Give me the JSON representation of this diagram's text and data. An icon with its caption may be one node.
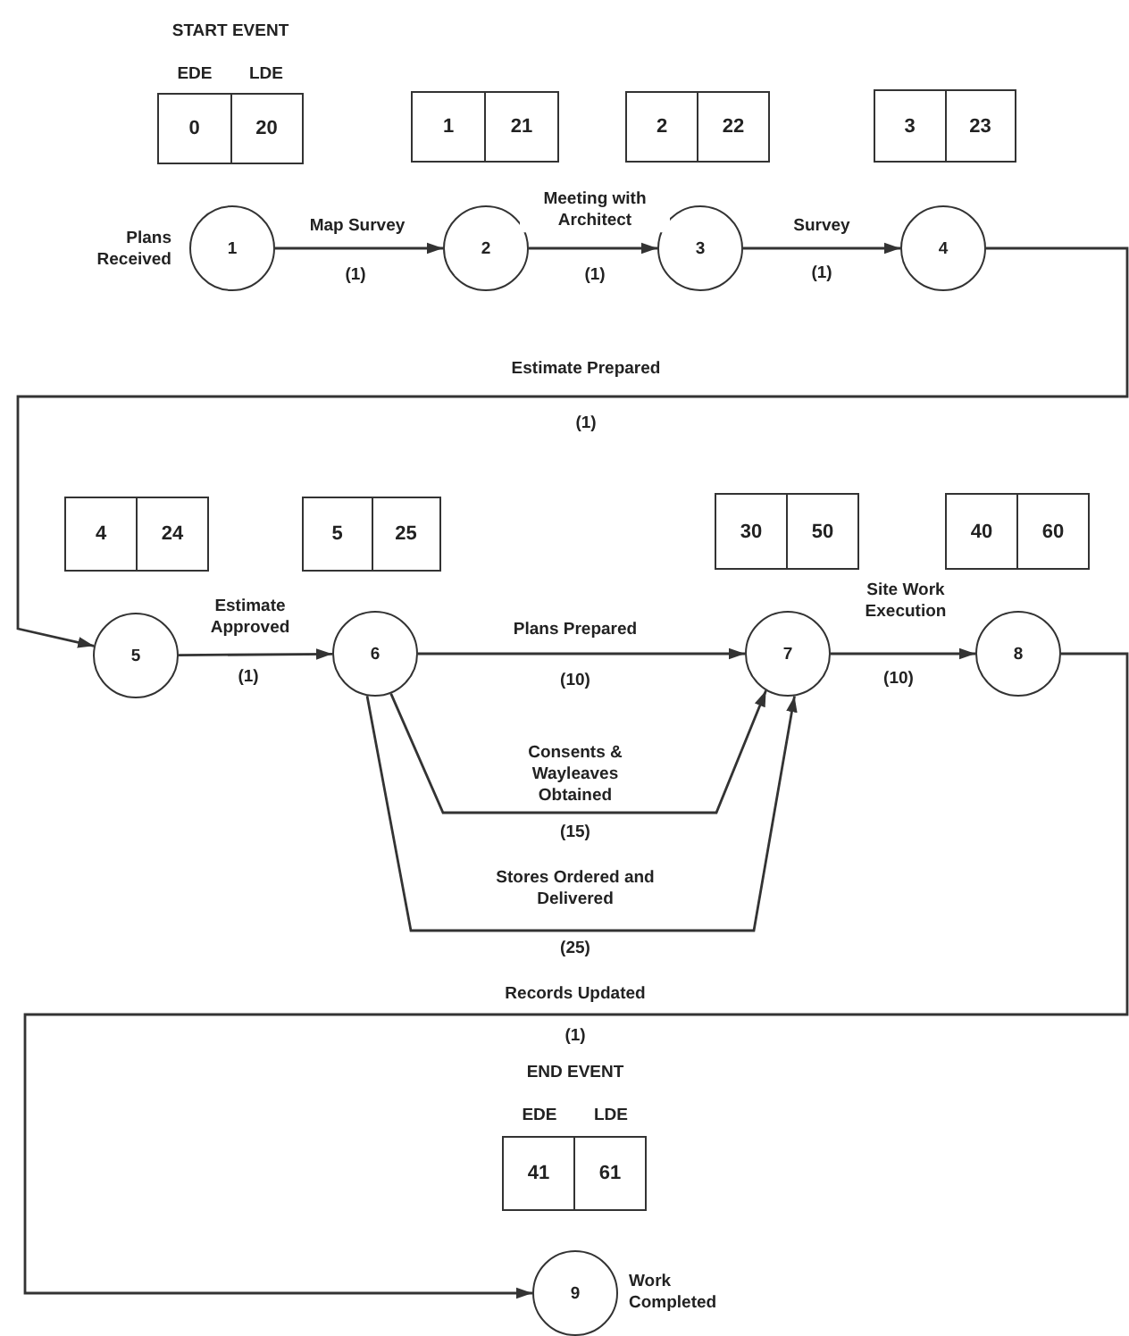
{
  "diagram": {
    "nodes": [
      {
        "text": [
          "0",
          "20"
        ],
        "beside": [
          "START EVENT",
          "EDE",
          "LDE"
        ]
      },
      {
        "text": [
          "1",
          "21"
        ]
      },
      {
        "text": [
          "2",
          "22"
        ]
      },
      {
        "text": [
          "3",
          "23"
        ]
      },
      {
        "text": [
          "1"
        ],
        "beside": [
          "Plans Received"
        ]
      },
      {
        "text": [
          "2"
        ]
      },
      {
        "text": [
          "3"
        ]
      },
      {
        "text": [
          "4"
        ]
      },
      {
        "text": [
          "4",
          "24"
        ]
      },
      {
        "text": [
          "5",
          "25"
        ]
      },
      {
        "text": [
          "30",
          "50"
        ]
      },
      {
        "text": [
          "40",
          "60"
        ]
      },
      {
        "text": [
          "5"
        ]
      },
      {
        "text": [
          "6"
        ]
      },
      {
        "text": [
          "7"
        ]
      },
      {
        "text": [
          "8"
        ]
      },
      {
        "text": [
          "41",
          "61"
        ],
        "beside": [
          "END EVENT",
          "EDE",
          "LDE"
        ]
      },
      {
        "text": [
          "9"
        ],
        "beside": [
          "Work Completed"
        ]
      }
    ],
    "edges": [
      {
        "from": 4,
        "to": 5,
        "arrow": "to",
        "label": "Map Survey"
      },
      {
        "from": 5,
        "to": 6,
        "arrow": "to",
        "label": "Meeting with Architect"
      },
      {
        "from": 6,
        "to": 7,
        "arrow": "to",
        "label": "Survey"
      },
      {
        "from": 7,
        "to": 12,
        "arrow": "to",
        "label": "Estimate Prepared"
      },
      {
        "from": 12,
        "to": 13,
        "arrow": "to",
        "label": "Estimate Approved"
      },
      {
        "from": 13,
        "to": 14,
        "arrow": "to",
        "label": "Plans Prepared"
      },
      {
        "from": 13,
        "to": 14,
        "arrow": "to",
        "label": "Consents & Wayleaves Obtained"
      },
      {
        "from": 13,
        "to": 14,
        "arrow": "to",
        "label": "Stores Ordered and Delivered"
      },
      {
        "from": 14,
        "to": 15,
        "arrow": "to",
        "label": "Site Work Execution"
      },
      {
        "from": 15,
        "to": 17,
        "arrow": "to",
        "label": "Records Updated"
      }
    ],
    "labels": [
      "(1)",
      "(1)",
      "(1)",
      "(1)",
      "(1)",
      "(10)",
      "(10)",
      "(15)",
      "(25)",
      "(1)"
    ]
  }
}
